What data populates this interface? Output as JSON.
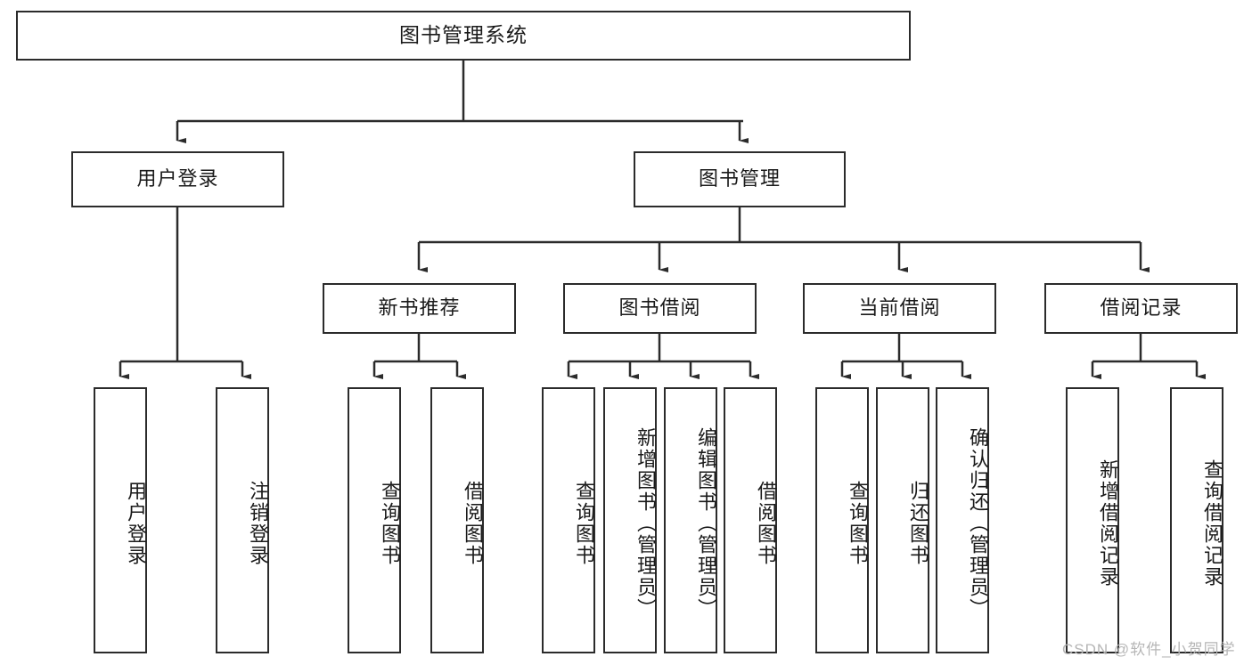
{
  "diagram": {
    "title": "图书管理系统",
    "type": "tree-hierarchy",
    "root": {
      "label": "图书管理系统"
    },
    "level2": [
      {
        "label": "用户登录"
      },
      {
        "label": "图书管理"
      }
    ],
    "level3": [
      {
        "label": "新书推荐"
      },
      {
        "label": "图书借阅"
      },
      {
        "label": "当前借阅"
      },
      {
        "label": "借阅记录"
      }
    ],
    "leaves": {
      "user_login": [
        {
          "label": "用户登录"
        },
        {
          "label": "注销登录"
        }
      ],
      "new_book_recommend": [
        {
          "label": "查询图书"
        },
        {
          "label": "借阅图书"
        }
      ],
      "book_borrow": [
        {
          "label": "查询图书"
        },
        {
          "label": "新增图书（管理员）"
        },
        {
          "label": "编辑图书（管理员）"
        },
        {
          "label": "借阅图书"
        }
      ],
      "current_borrow": [
        {
          "label": "查询图书"
        },
        {
          "label": "归还图书"
        },
        {
          "label": "确认归还（管理员）"
        }
      ],
      "borrow_record": [
        {
          "label": "新增借阅记录"
        },
        {
          "label": "查询借阅记录"
        }
      ]
    }
  },
  "watermark": {
    "text": "CSDN @软件_小贺同学"
  },
  "colors": {
    "stroke": "#2b2b2b",
    "fill": "#ffffff",
    "text": "#1a1a1a",
    "watermark": "#b6b6b6"
  }
}
